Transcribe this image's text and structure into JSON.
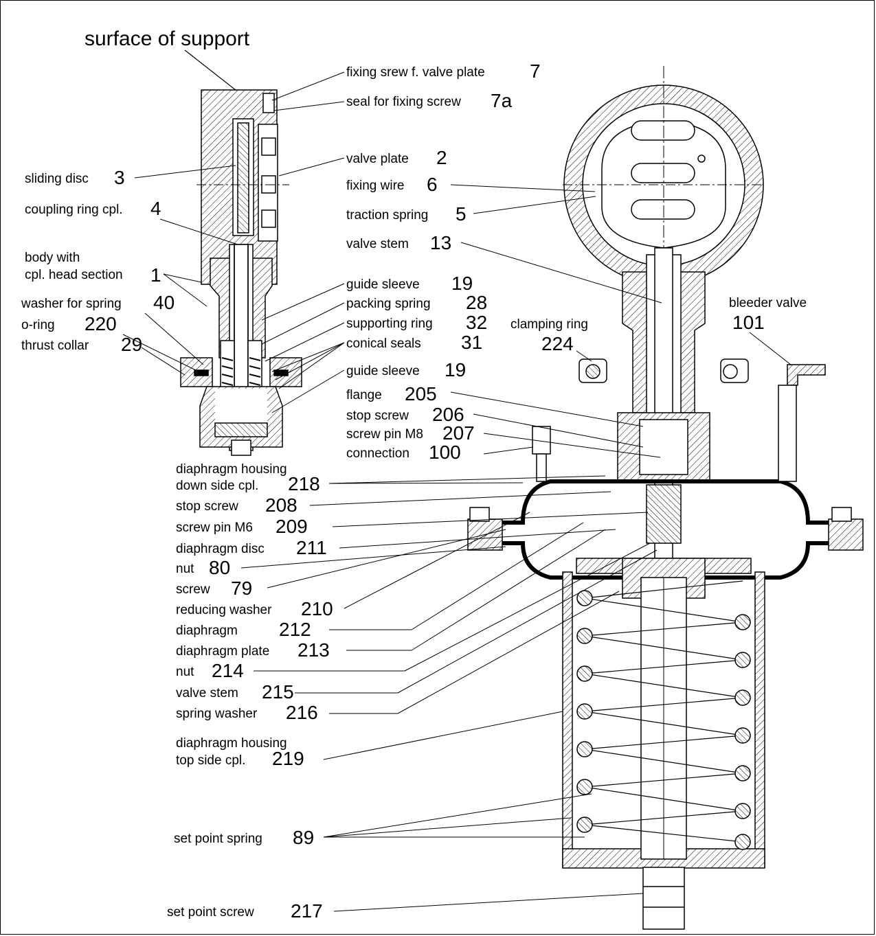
{
  "diagram": {
    "heading": "surface of support",
    "labels": [
      {
        "id": "fixing-screw-valve-plate",
        "text": "fixing srew f. valve plate",
        "num": "7"
      },
      {
        "id": "seal-fixing-screw",
        "text": "seal for fixing screw",
        "num": "7a"
      },
      {
        "id": "valve-plate",
        "text": "valve plate",
        "num": "2"
      },
      {
        "id": "sliding-disc",
        "text": "sliding disc",
        "num": "3"
      },
      {
        "id": "fixing-wire",
        "text": "fixing wire",
        "num": "6"
      },
      {
        "id": "coupling-ring",
        "text": "coupling ring cpl.",
        "num": "4"
      },
      {
        "id": "traction-spring",
        "text": "traction spring",
        "num": "5"
      },
      {
        "id": "valve-stem-13",
        "text": "valve stem",
        "num": "13"
      },
      {
        "id": "body-head",
        "text": "body with",
        "text2": "cpl. head section",
        "num": "1"
      },
      {
        "id": "guide-sleeve-a",
        "text": "guide sleeve",
        "num": "19"
      },
      {
        "id": "washer-spring",
        "text": "washer for spring",
        "num": "40"
      },
      {
        "id": "packing-spring",
        "text": "packing spring",
        "num": "28"
      },
      {
        "id": "o-ring",
        "text": "o-ring",
        "num": "220"
      },
      {
        "id": "supporting-ring",
        "text": "supporting ring",
        "num": "32"
      },
      {
        "id": "thrust-collar",
        "text": "thrust collar",
        "num": "29"
      },
      {
        "id": "conical-seals",
        "text": "conical seals",
        "num": "31"
      },
      {
        "id": "clamping-ring",
        "text": "clamping ring",
        "num": "224"
      },
      {
        "id": "bleeder-valve",
        "text": "bleeder valve",
        "num": "101"
      },
      {
        "id": "guide-sleeve-b",
        "text": "guide sleeve",
        "num": "19"
      },
      {
        "id": "flange",
        "text": "flange",
        "num": "205"
      },
      {
        "id": "stop-screw-206",
        "text": "stop screw",
        "num": "206"
      },
      {
        "id": "screw-pin-m8",
        "text": "screw pin M8",
        "num": "207"
      },
      {
        "id": "connection",
        "text": "connection",
        "num": "100"
      },
      {
        "id": "housing-down",
        "text": "diaphragm housing",
        "text2": "down side cpl.",
        "num": "218"
      },
      {
        "id": "stop-screw-208",
        "text": "stop screw",
        "num": "208"
      },
      {
        "id": "screw-pin-m6",
        "text": "screw pin M6",
        "num": "209"
      },
      {
        "id": "diaphragm-disc",
        "text": "diaphragm disc",
        "num": "211"
      },
      {
        "id": "nut-80",
        "text": "nut",
        "num": "80"
      },
      {
        "id": "screw-79",
        "text": "screw",
        "num": "79"
      },
      {
        "id": "reducing-washer",
        "text": "reducing washer",
        "num": "210"
      },
      {
        "id": "diaphragm",
        "text": "diaphragm",
        "num": "212"
      },
      {
        "id": "diaphragm-plate",
        "text": "diaphragm plate",
        "num": "213"
      },
      {
        "id": "nut-214",
        "text": "nut",
        "num": "214"
      },
      {
        "id": "valve-stem-215",
        "text": "valve stem",
        "num": "215"
      },
      {
        "id": "spring-washer",
        "text": "spring washer",
        "num": "216"
      },
      {
        "id": "housing-top",
        "text": "diaphragm housing",
        "text2": "top side cpl.",
        "num": "219"
      },
      {
        "id": "set-point-spring",
        "text": "set point spring",
        "num": "89"
      },
      {
        "id": "set-point-screw",
        "text": "set point screw",
        "num": "217"
      }
    ]
  }
}
